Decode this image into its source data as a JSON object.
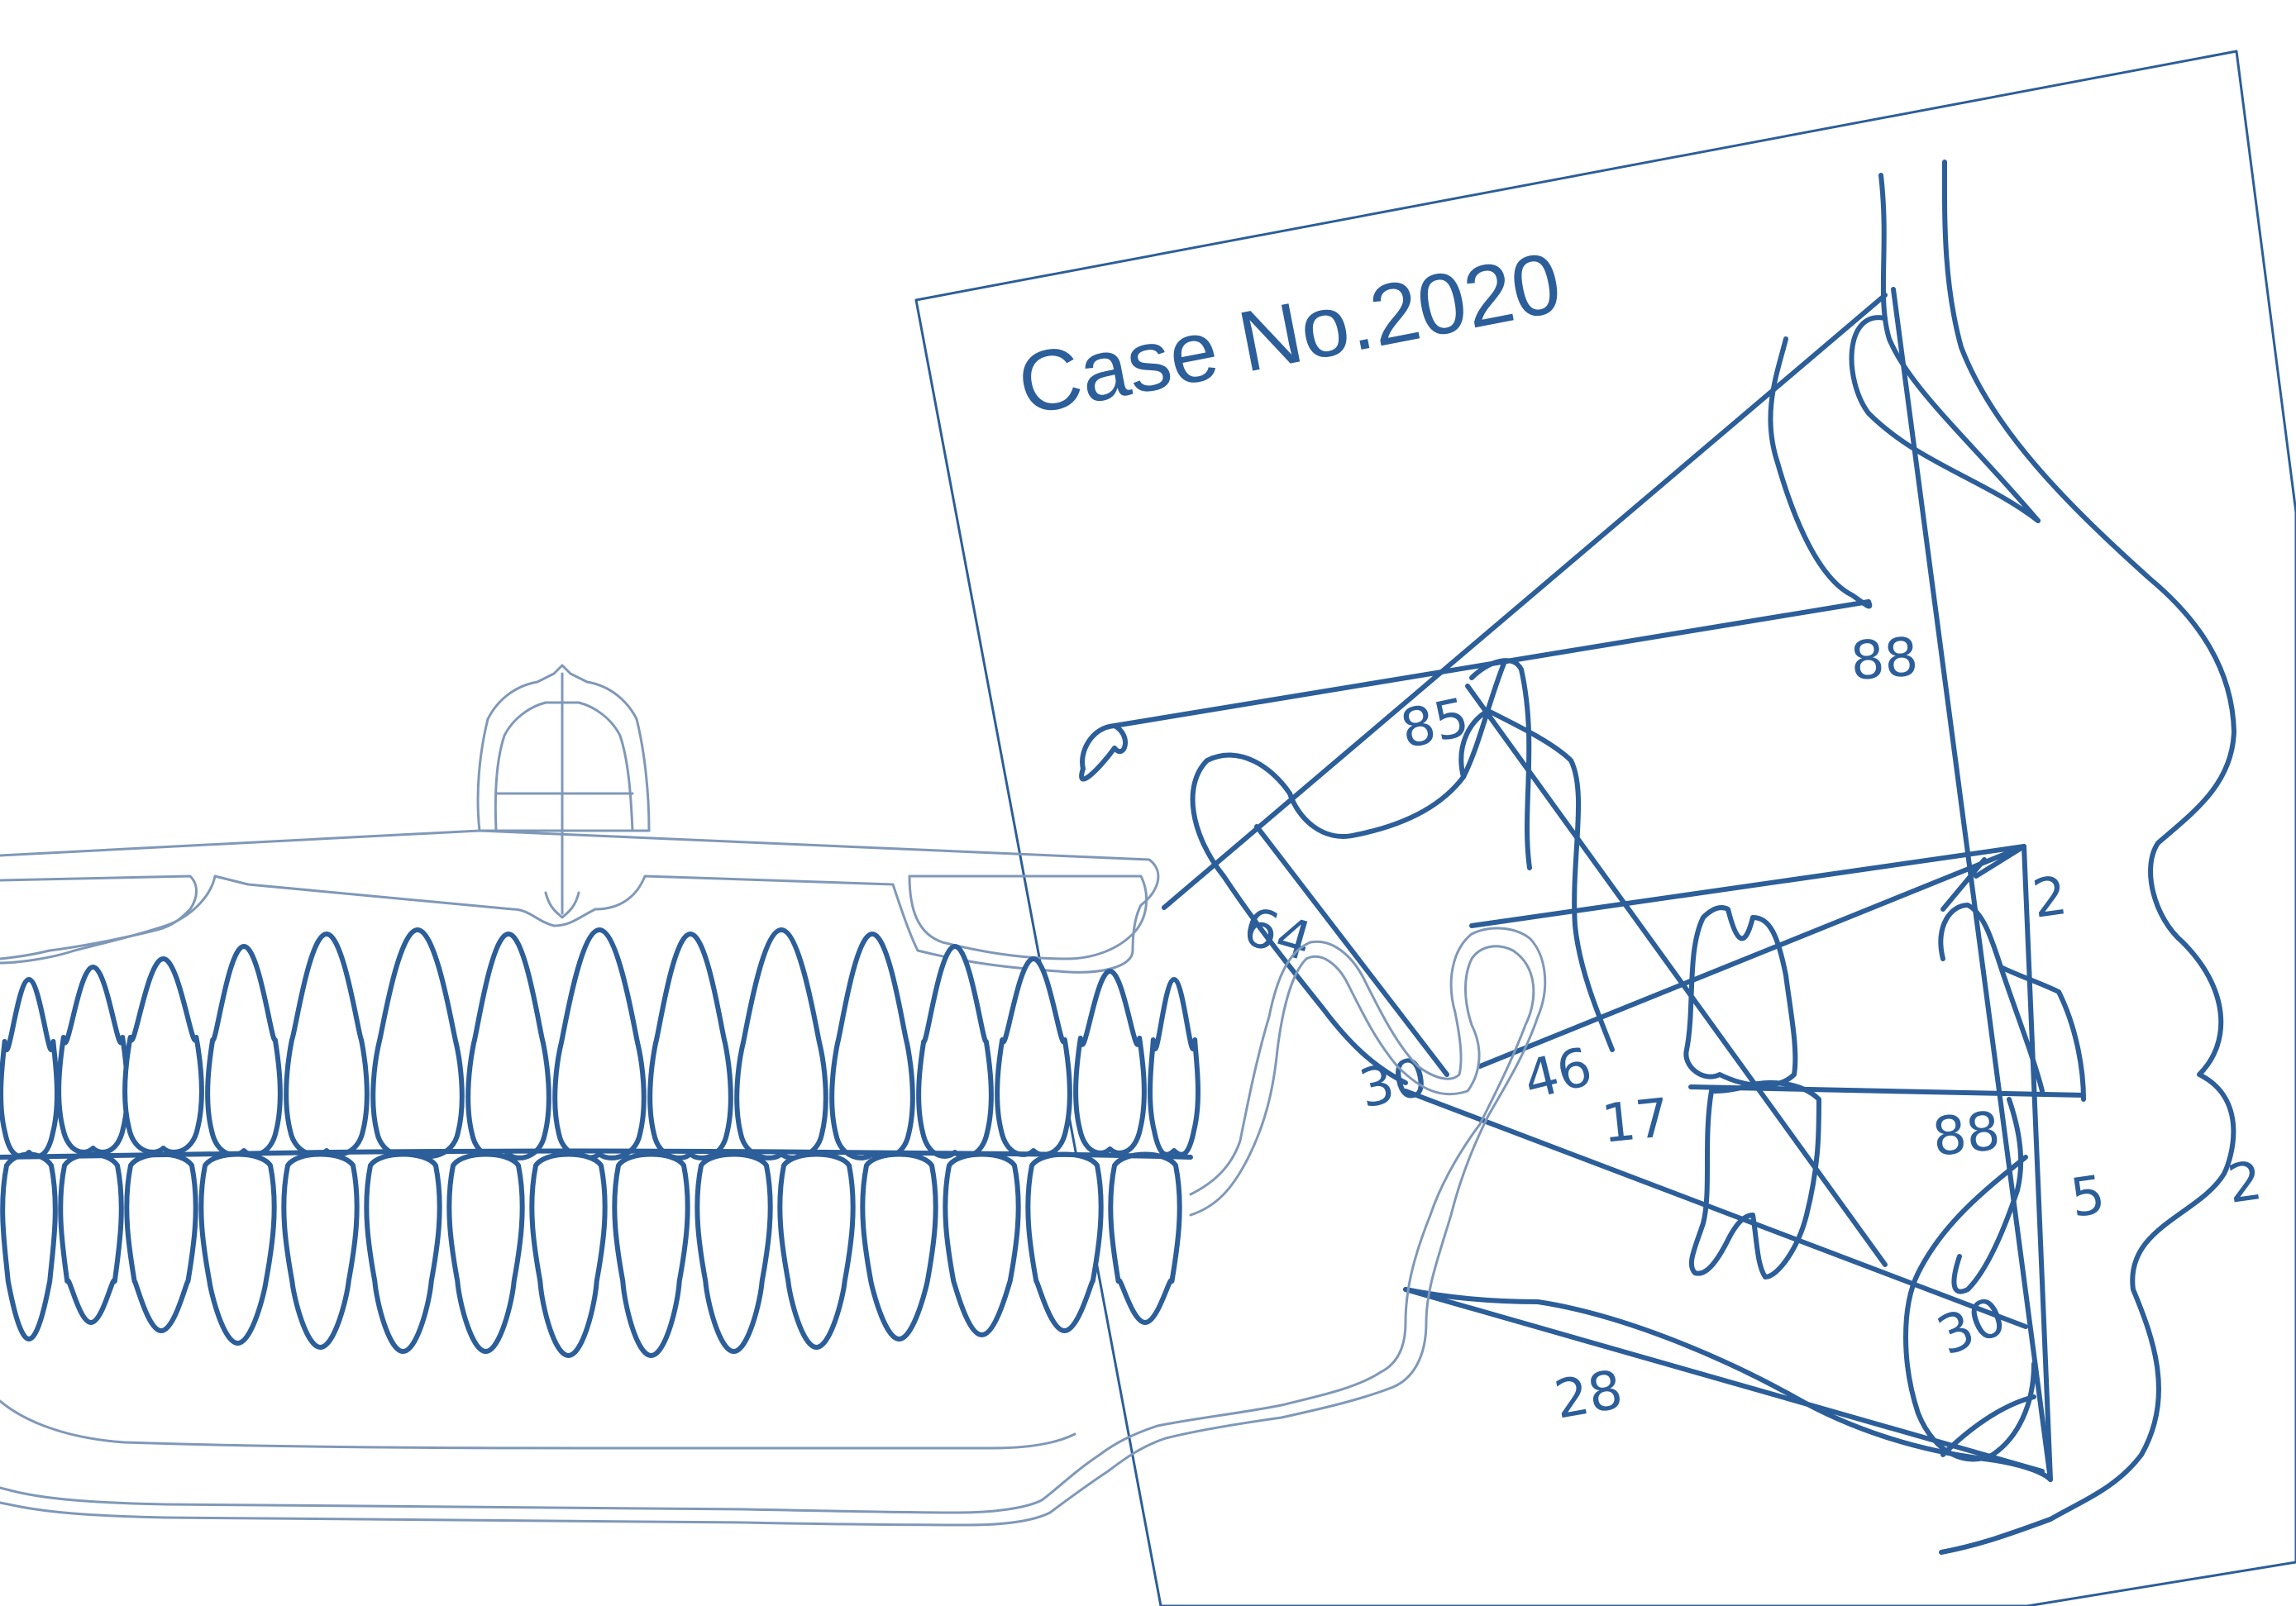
{
  "case": {
    "title": "Case No.2020"
  },
  "measurements": {
    "m85": "85",
    "m88_top": "88",
    "m64": "64",
    "m2_upper": "2",
    "m30_left": "30",
    "m46": "46",
    "m17": "17",
    "m88_mid": "88",
    "m5": "5",
    "m2_right": "2",
    "m30_bottom": "30",
    "m28": "28"
  },
  "colors": {
    "ink": "#2c5e99",
    "paper": "#ffffff",
    "retainer": "#7f98b8"
  }
}
